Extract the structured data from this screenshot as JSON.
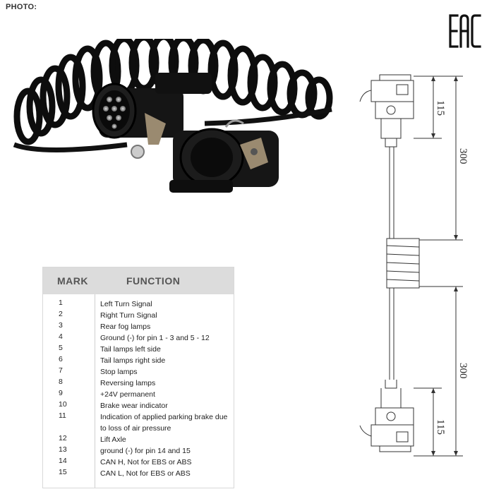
{
  "header": {
    "photo_label": "PHOTO:"
  },
  "certification": {
    "logo_name": "eac-mark-icon"
  },
  "table": {
    "headers": {
      "mark": "MARK",
      "function": "FUNCTION"
    },
    "rows": [
      {
        "mark": "1",
        "function": "Left Turn Signal"
      },
      {
        "mark": "2",
        "function": "Right Turn Signal"
      },
      {
        "mark": "3",
        "function": "Rear fog lamps"
      },
      {
        "mark": "4",
        "function": "Ground (-) for pin 1 - 3 and 5 - 12"
      },
      {
        "mark": "5",
        "function": "Tail lamps left side"
      },
      {
        "mark": "6",
        "function": "Tail lamps right side"
      },
      {
        "mark": "7",
        "function": "Stop lamps"
      },
      {
        "mark": "8",
        "function": "Reversing lamps"
      },
      {
        "mark": "9",
        "function": "+24V permanent"
      },
      {
        "mark": "10",
        "function": "Brake wear indicator"
      },
      {
        "mark": "11",
        "function": "Indication of applied parking brake due to loss of air pressure"
      },
      {
        "mark": "12",
        "function": "Lift Axle"
      },
      {
        "mark": "13",
        "function": "ground (-) for pin 14 and 15"
      },
      {
        "mark": "14",
        "function": "CAN H, Not for EBS or ABS"
      },
      {
        "mark": "15",
        "function": "CAN L, Not for EBS or ABS"
      }
    ]
  },
  "drawing": {
    "dim_top_short": "115",
    "dim_top_long": "300",
    "dim_bottom_long": "300",
    "dim_bottom_short": "115"
  }
}
